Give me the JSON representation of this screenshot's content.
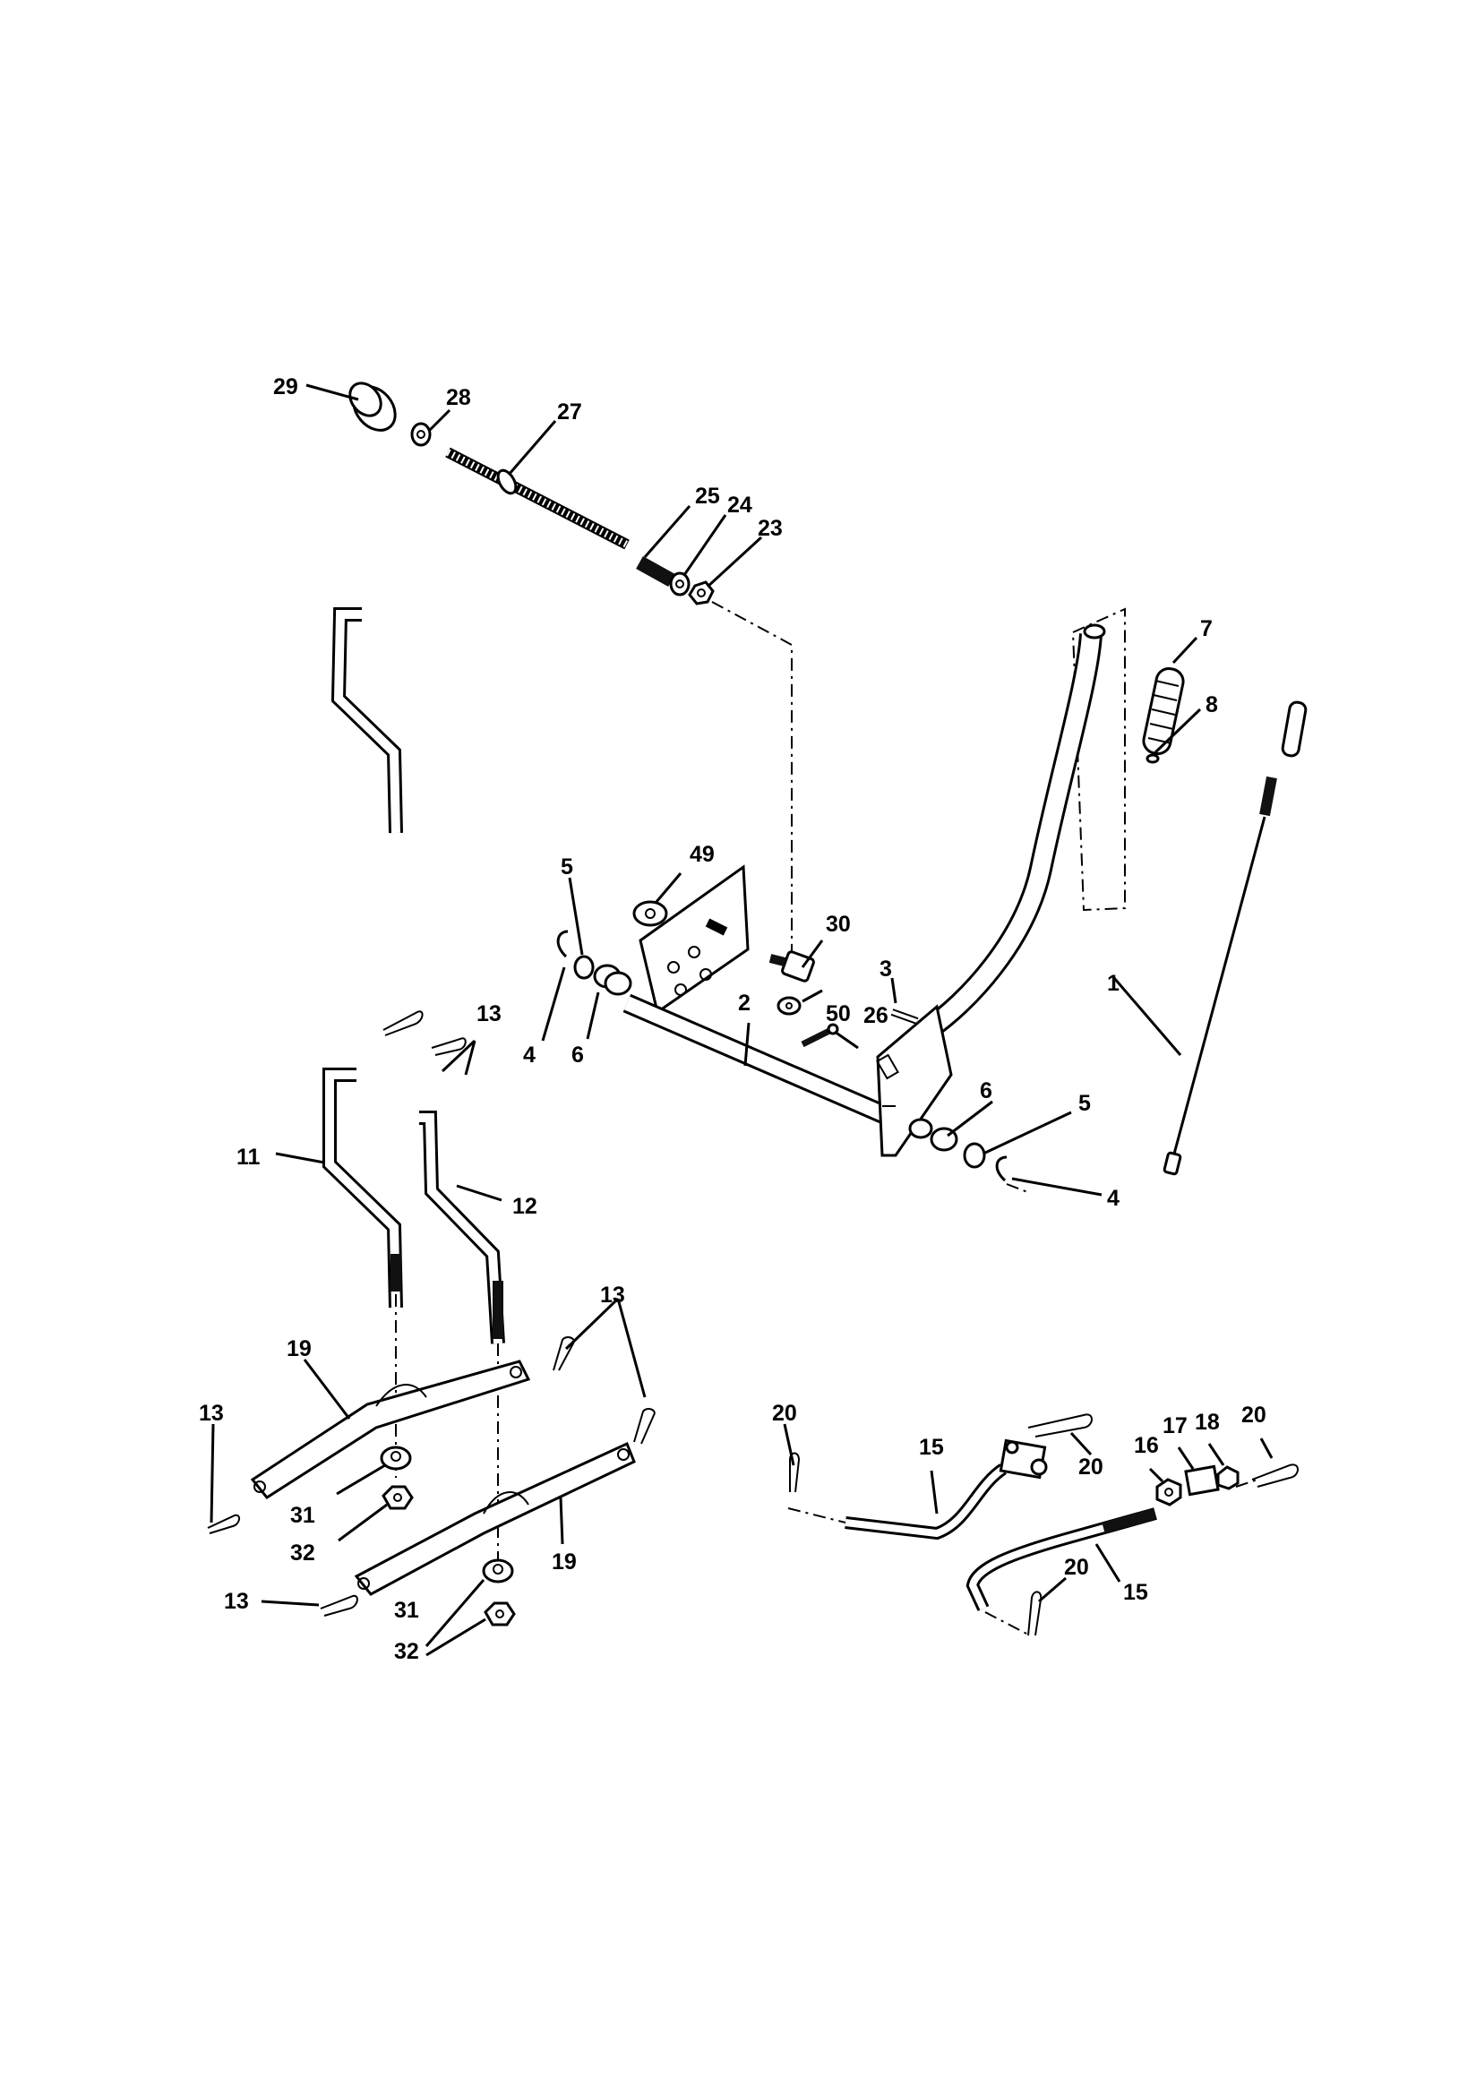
{
  "labels": [
    {
      "id": "29",
      "text": "29"
    },
    {
      "id": "28",
      "text": "28"
    },
    {
      "id": "27",
      "text": "27"
    },
    {
      "id": "25",
      "text": "25"
    },
    {
      "id": "24",
      "text": "24"
    },
    {
      "id": "23",
      "text": "23"
    },
    {
      "id": "7",
      "text": "7"
    },
    {
      "id": "8",
      "text": "8"
    },
    {
      "id": "49",
      "text": "49"
    },
    {
      "id": "30",
      "text": "30"
    },
    {
      "id": "5a",
      "text": "5"
    },
    {
      "id": "3",
      "text": "3"
    },
    {
      "id": "2",
      "text": "2"
    },
    {
      "id": "50",
      "text": "50"
    },
    {
      "id": "26",
      "text": "26"
    },
    {
      "id": "1",
      "text": "1"
    },
    {
      "id": "13a",
      "text": "13"
    },
    {
      "id": "4a",
      "text": "4"
    },
    {
      "id": "6a",
      "text": "6"
    },
    {
      "id": "11",
      "text": "11"
    },
    {
      "id": "12",
      "text": "12"
    },
    {
      "id": "6b",
      "text": "6"
    },
    {
      "id": "5b",
      "text": "5"
    },
    {
      "id": "4b",
      "text": "4"
    },
    {
      "id": "13b",
      "text": "13"
    },
    {
      "id": "19a",
      "text": "19"
    },
    {
      "id": "13c",
      "text": "13"
    },
    {
      "id": "31a",
      "text": "31"
    },
    {
      "id": "32a",
      "text": "32"
    },
    {
      "id": "19b",
      "text": "19"
    },
    {
      "id": "13d",
      "text": "13"
    },
    {
      "id": "31b",
      "text": "31"
    },
    {
      "id": "32b",
      "text": "32"
    },
    {
      "id": "20a",
      "text": "20"
    },
    {
      "id": "15a",
      "text": "15"
    },
    {
      "id": "20b",
      "text": "20"
    },
    {
      "id": "16",
      "text": "16"
    },
    {
      "id": "17",
      "text": "17"
    },
    {
      "id": "18",
      "text": "18"
    },
    {
      "id": "20c",
      "text": "20"
    },
    {
      "id": "20d",
      "text": "20"
    },
    {
      "id": "15b",
      "text": "15"
    }
  ]
}
